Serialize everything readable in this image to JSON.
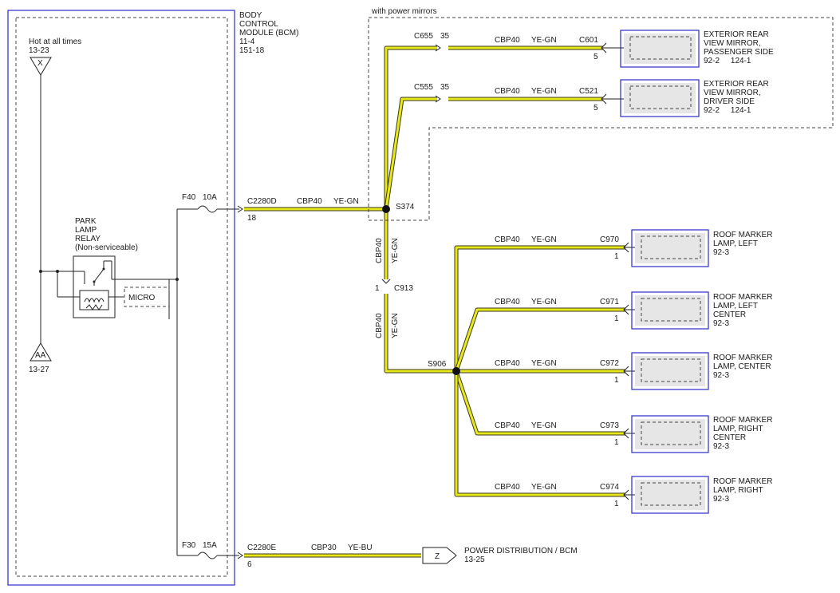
{
  "bcm": {
    "name_lines": [
      "BODY",
      "CONTROL",
      "MODULE (BCM)"
    ],
    "refs": [
      "11-4",
      "151-18"
    ]
  },
  "hot": {
    "label": "Hot at all times",
    "ref": "13-23",
    "letter": "X"
  },
  "ground": {
    "letter": "AA",
    "ref": "13-27"
  },
  "relay": {
    "lines": [
      "PARK",
      "LAMP",
      "RELAY",
      "(Non-serviceable)"
    ],
    "micro": "MICRO"
  },
  "fuse1": {
    "id": "F40",
    "amps": "10A"
  },
  "fuse2": {
    "id": "F30",
    "amps": "15A"
  },
  "pin1": {
    "connector": "C2280D",
    "pin": "18",
    "circuit": "CBP40",
    "color": "YE-GN"
  },
  "pin2": {
    "connector": "C2280E",
    "pin": "6",
    "circuit": "CBP30",
    "color": "YE-BU"
  },
  "power_dist": {
    "letter": "Z",
    "label": "POWER DISTRIBUTION / BCM",
    "ref": "13-25"
  },
  "mirror_group_label": "with power mirrors",
  "splice1": "S374",
  "splice2": "S906",
  "c913": {
    "connector": "C913",
    "pin": "1",
    "circuit": "CBP40",
    "color": "YE-GN"
  },
  "mirrors": [
    {
      "inline": "C655",
      "inline_pin": "35",
      "circuit": "CBP40",
      "color": "YE-GN",
      "connector": "C601",
      "pin": "5",
      "name_lines": [
        "EXTERIOR REAR",
        "VIEW MIRROR,",
        "PASSENGER SIDE"
      ],
      "ref": "92-2     124-1"
    },
    {
      "inline": "C555",
      "inline_pin": "35",
      "circuit": "CBP40",
      "color": "YE-GN",
      "connector": "C521",
      "pin": "5",
      "name_lines": [
        "EXTERIOR REAR",
        "VIEW MIRROR,",
        "DRIVER SIDE"
      ],
      "ref": "92-2     124-1"
    }
  ],
  "roof_lamps": [
    {
      "circuit": "CBP40",
      "color": "YE-GN",
      "connector": "C970",
      "pin": "1",
      "name_lines": [
        "ROOF MARKER",
        "LAMP, LEFT"
      ],
      "ref": "92-3"
    },
    {
      "circuit": "CBP40",
      "color": "YE-GN",
      "connector": "C971",
      "pin": "1",
      "name_lines": [
        "ROOF MARKER",
        "LAMP, LEFT",
        "CENTER"
      ],
      "ref": "92-3"
    },
    {
      "circuit": "CBP40",
      "color": "YE-GN",
      "connector": "C972",
      "pin": "1",
      "name_lines": [
        "ROOF MARKER",
        "LAMP, CENTER"
      ],
      "ref": "92-3"
    },
    {
      "circuit": "CBP40",
      "color": "YE-GN",
      "connector": "C973",
      "pin": "1",
      "name_lines": [
        "ROOF MARKER",
        "LAMP, RIGHT",
        "CENTER"
      ],
      "ref": "92-3"
    },
    {
      "circuit": "CBP40",
      "color": "YE-GN",
      "connector": "C974",
      "pin": "1",
      "name_lines": [
        "ROOF MARKER",
        "LAMP, RIGHT"
      ],
      "ref": "92-3"
    }
  ],
  "colors": {
    "wire_yellow": "#e8e81a",
    "wire_outline": "#3a3a1a",
    "module_blue": "#2a2acc",
    "wire_blue": "#1a3ad0"
  }
}
